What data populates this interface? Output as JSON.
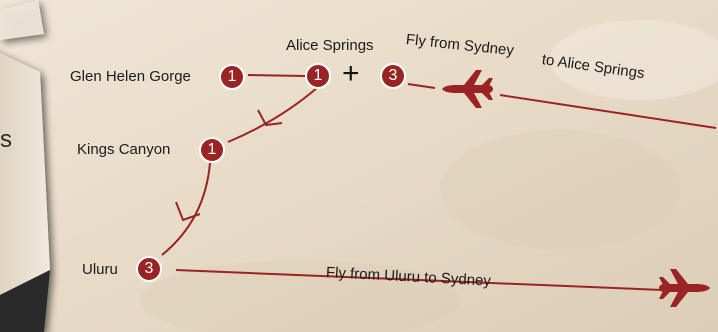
{
  "stops": {
    "glen_helen": {
      "name": "Glen Helen Gorge",
      "nights": "1"
    },
    "alice_springs": {
      "name": "Alice Springs",
      "nights_a": "1",
      "plus": "+",
      "nights_b": "3"
    },
    "kings_canyon": {
      "name": "Kings Canyon",
      "nights": "1"
    },
    "uluru": {
      "name": "Uluru",
      "nights": "3"
    }
  },
  "flights": {
    "outbound_part1": "Fly from Sydney",
    "outbound_part2": "to Alice Springs",
    "return": "Fly from Uluru to Sydney"
  },
  "side_card": {
    "text": "s"
  },
  "colors": {
    "route": "#9a2424",
    "paper": "#e8dccb",
    "badge_text": "#ffffff",
    "side_card": "#ece4d6"
  },
  "icons": [
    "airplane-icon",
    "route-arrow-icon",
    "plus-icon"
  ]
}
